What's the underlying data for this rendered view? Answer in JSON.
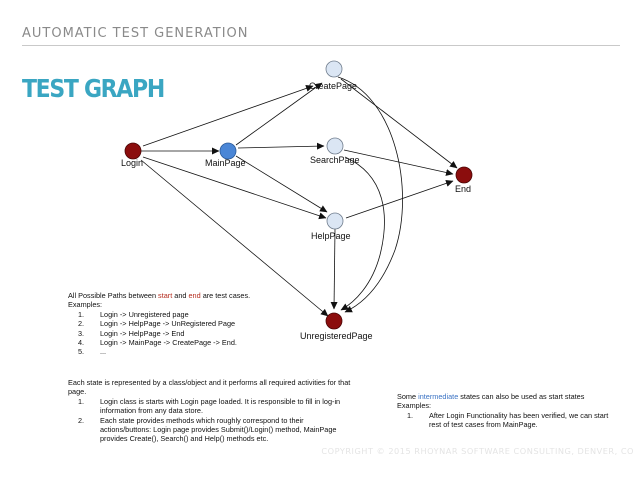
{
  "header": {
    "section": "AUTOMATIC TEST GENERATION",
    "title": "TEST GRAPH"
  },
  "graph": {
    "nodes": {
      "createpage": "CreatePage",
      "login": "Login",
      "mainpage": "MainPage",
      "searchpage": "SearchPage",
      "end": "End",
      "helppage": "HelpPage",
      "unregisteredpage": "UnregisteredPage"
    },
    "colors": {
      "start": "#8b0d0d",
      "end": "#8b0d0d",
      "current": "#4a86d6",
      "intermediate": "#dbe6f4",
      "edge": "#111111"
    }
  },
  "paths_note": {
    "intro_before": "All Possible Paths between ",
    "start_word": "start",
    "intro_mid": " and ",
    "end_word": "end",
    "intro_after": " are test cases.",
    "examples_label": "Examples:",
    "items": [
      {
        "num": "1.",
        "text": "Login -> Unregistered page"
      },
      {
        "num": "2.",
        "text": "Login -> HelpPage -> UnRegistered Page"
      },
      {
        "num": "3.",
        "text": "Login -> HelpPage -> End"
      },
      {
        "num": "4.",
        "text": "Login -> MainPage -> CreatePage -> End."
      },
      {
        "num": "5.",
        "text": "..."
      }
    ]
  },
  "state_note": {
    "intro": "Each state is represented by a class/object and it performs all required activities for that page.",
    "items": [
      {
        "num": "1.",
        "text": "Login class is starts with Login page loaded. It is responsible to fill in log-in information from any data store."
      },
      {
        "num": "2.",
        "text": "Each state provides methods which roughly correspond to their actions/buttons: Login page provides Submit()/Login() method, MainPage provides Create(), Search() and Help() methods etc."
      }
    ]
  },
  "intermediate_note": {
    "before": "Some ",
    "word": "intermediate",
    "after": " states can also be used as start states",
    "examples_label": "Examples:",
    "items": [
      {
        "num": "1.",
        "text": "After Login Functionality has been verified, we can start rest of test cases from MainPage."
      }
    ]
  },
  "footer": {
    "copyright": "COPYRIGHT © 2015 RHOYNAR SOFTWARE CONSULTING, DENVER, CO"
  }
}
